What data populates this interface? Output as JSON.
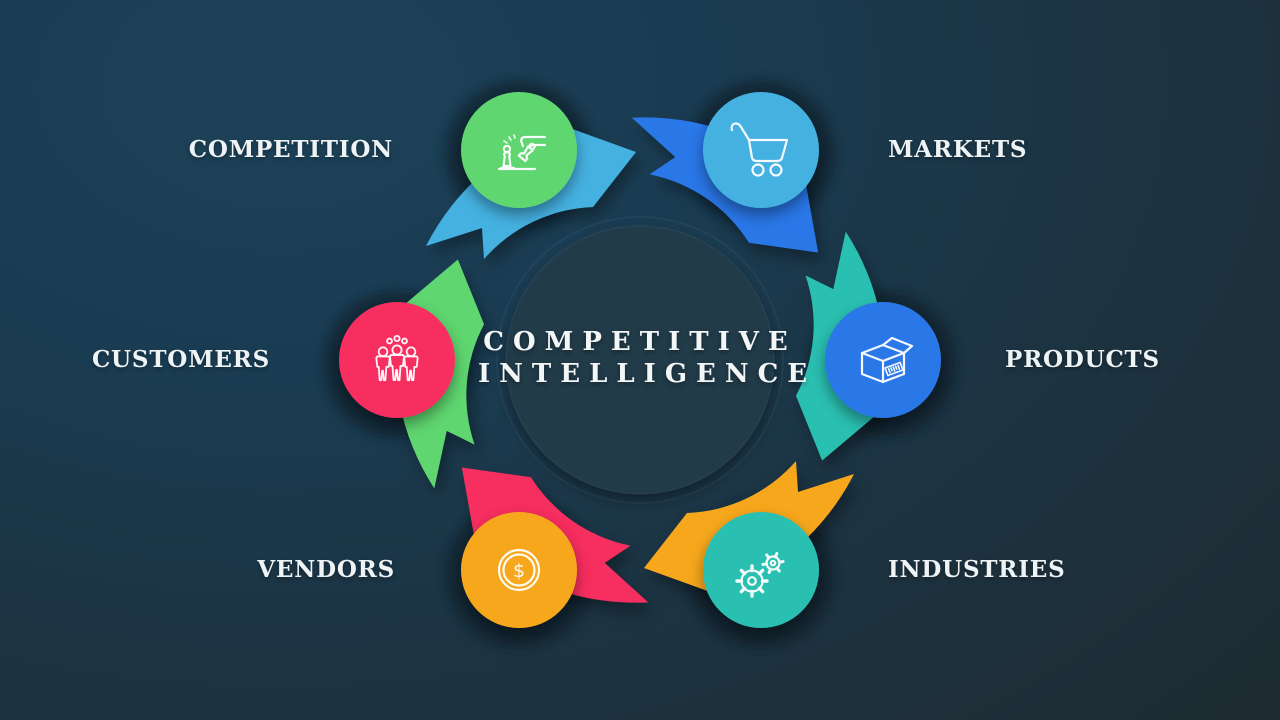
{
  "slide": {
    "title": "COMPETITIVE INTELLIGENCE",
    "background_top_color": "#1a3c52",
    "background_bottom_color": "#1f2b31",
    "label_text_color": "#eef3f5",
    "center_circle_color": "#223a4a"
  },
  "nodes": [
    {
      "label": "COMPETITION",
      "icon": "chess-piece-knockover-icon",
      "circle_color": "#5ed66f",
      "position": "top-left"
    },
    {
      "label": "MARKETS",
      "icon": "shopping-cart-icon",
      "circle_color": "#45b1e1",
      "position": "top-right"
    },
    {
      "label": "PRODUCTS",
      "icon": "package-box-icon",
      "circle_color": "#2b77e8",
      "position": "right"
    },
    {
      "label": "INDUSTRIES",
      "icon": "gears-icon",
      "circle_color": "#2cc0b1",
      "position": "bottom-right"
    },
    {
      "label": "VENDORS",
      "icon": "dollar-coin-icon",
      "circle_color": "#f6a71f",
      "position": "bottom-left"
    },
    {
      "label": "CUSTOMERS",
      "icon": "people-group-icon",
      "circle_color": "#f72f61",
      "position": "left"
    }
  ],
  "arrows": [
    {
      "from": "COMPETITION",
      "to": "MARKETS",
      "color": "#45b1e1"
    },
    {
      "from": "MARKETS",
      "to": "PRODUCTS",
      "color": "#2b77e8"
    },
    {
      "from": "PRODUCTS",
      "to": "INDUSTRIES",
      "color": "#2cc0b1"
    },
    {
      "from": "INDUSTRIES",
      "to": "VENDORS",
      "color": "#f6a71f"
    },
    {
      "from": "VENDORS",
      "to": "CUSTOMERS",
      "color": "#f72f61"
    },
    {
      "from": "CUSTOMERS",
      "to": "COMPETITION",
      "color": "#5ed66f"
    }
  ]
}
